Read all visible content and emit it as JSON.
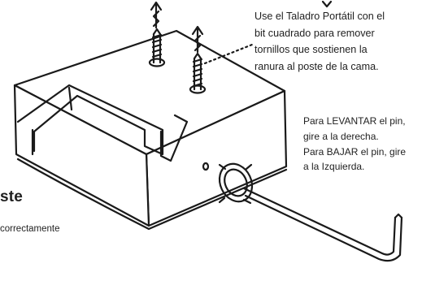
{
  "annotations": {
    "top_caption_lines": [
      "Use el Taladro Portátil con el",
      "bit cuadrado para remover",
      "tornillos que sostienen la",
      "ranura al poste de la cama."
    ],
    "right_caption_lines": [
      "Para LEVANTAR el pin,",
      "gire a la derecha.",
      "Para BAJAR el pin, gire",
      "a la Izquierda."
    ]
  },
  "cropped_text": {
    "heading_fragment": "ste",
    "body_fragment": "correctamente"
  },
  "icons": {
    "remove_arrows": "up-arrow-icon",
    "screws": "screw-icon",
    "allen_wrench": "hex-key-icon",
    "pin": "pin-icon"
  },
  "colors": {
    "line": "#1a1a1a",
    "text": "#1f1f1f",
    "background": "#ffffff"
  }
}
